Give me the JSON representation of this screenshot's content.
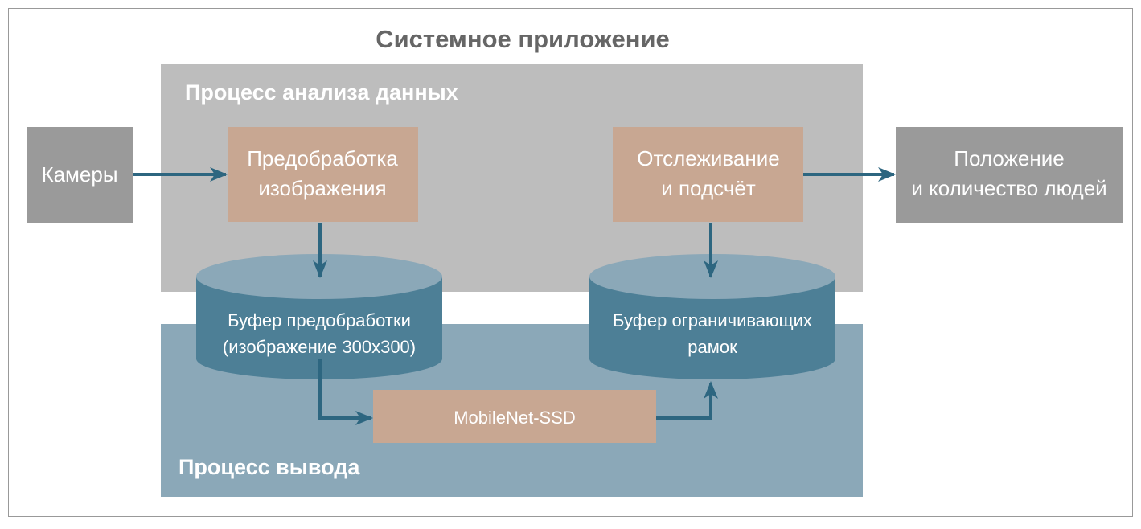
{
  "title": "Системное приложение",
  "panels": {
    "analysis": "Процесс анализа данных",
    "inference": "Процесс вывода"
  },
  "nodes": {
    "cameras": "Камеры",
    "preprocess": [
      "Предобработка",
      "изображения"
    ],
    "tracking": [
      "Отслеживание",
      "и подсчёт"
    ],
    "output": [
      "Положение",
      "и количество людей"
    ],
    "preprocess_buffer": [
      "Буфер предобработки",
      "(изображение 300x300)"
    ],
    "bbox_buffer": [
      "Буфер ограничивающих",
      "рамок"
    ],
    "model": "MobileNet-SSD"
  },
  "colors": {
    "analysis_panel": "#bdbdbd",
    "inference_panel": "#8ba8b8",
    "process_box": "#c8a792",
    "io_box": "#9a9a9a",
    "cylinder_top": "#8ba8b8",
    "cylinder_body": "#4d7f96",
    "arrow": "#2d6680"
  }
}
